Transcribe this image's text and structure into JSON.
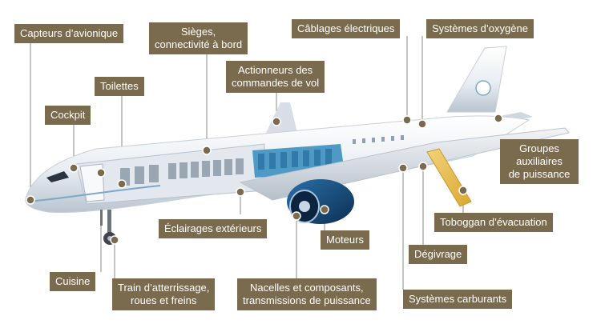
{
  "accent": "#7a6a4e",
  "dot_color": "#7a6a4e",
  "labels": {
    "capteurs": "Capteurs d’avionique",
    "sieges": "Sièges,\nconnectivité à bord",
    "cablages": "Câblages électriques",
    "oxygene": "Systèmes d’oxygène",
    "toilettes": "Toilettes",
    "actionneurs": "Actionneurs des\ncommandes de vol",
    "cockpit": "Cockpit",
    "groupes": "Groupes\nauxiliaires\nde puissance",
    "eclairages": "Éclairages extérieurs",
    "toboggan": "Toboggan d’évacuation",
    "moteurs": "Moteurs",
    "degivrage": "Dégivrage",
    "cuisine": "Cuisine",
    "train": "Train d’atterrissage,\nroues et freins",
    "nacelles": "Nacelles et composants,\ntransmissions de puissance",
    "carburants": "Systèmes carburants"
  }
}
